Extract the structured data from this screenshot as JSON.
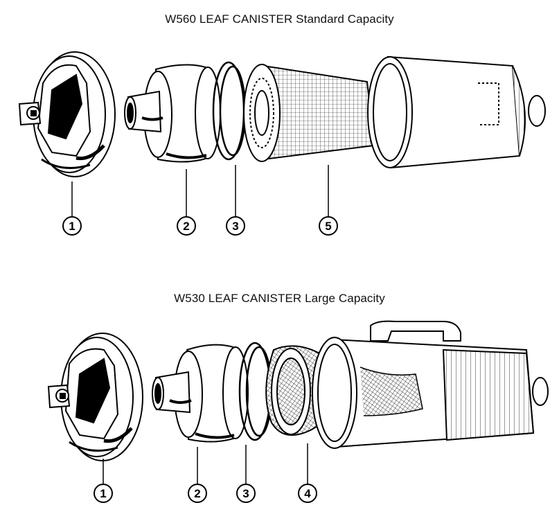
{
  "diagrams": [
    {
      "title": "W560 LEAF CANISTER Standard Capacity",
      "callouts": [
        "1",
        "2",
        "3",
        "5"
      ]
    },
    {
      "title": "W530 LEAF CANISTER Large Capacity",
      "callouts": [
        "1",
        "2",
        "3",
        "4"
      ]
    }
  ]
}
